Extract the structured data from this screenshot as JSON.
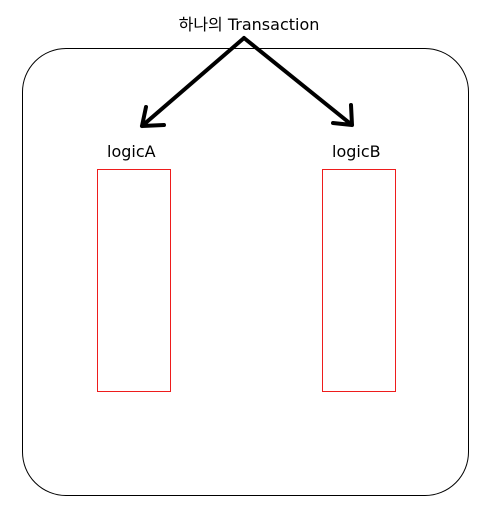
{
  "diagram": {
    "title": "하나의 Transaction",
    "logic_a_label": "logicA",
    "logic_b_label": "logicB",
    "colors": {
      "stroke": "#000000",
      "logic_box": "#ee1c1c",
      "background": "#ffffff"
    }
  }
}
